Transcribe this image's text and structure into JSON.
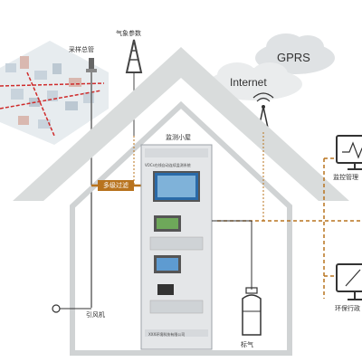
{
  "labels": {
    "sampling_pipe": "采样总管",
    "weather_params": "气象参数",
    "gprs": "GPRS",
    "internet": "Internet",
    "monitoring_hut": "监测小屋",
    "multi_filter": "多级过滤",
    "monitor_mgmt": "监控管理",
    "induced_fan": "引风机",
    "standard_gas": "标气",
    "env_admin": "环保行政"
  },
  "cabinet": {
    "header_text": "VOCs在线自动连续监测系统",
    "footer_text": "XXX环境科技有限公司"
  },
  "colors": {
    "roof": "#d9dcdc",
    "orange_line": "#b8731e",
    "cabinet": "#e4e6e8",
    "monitor_screen": "#2a6aa8"
  }
}
